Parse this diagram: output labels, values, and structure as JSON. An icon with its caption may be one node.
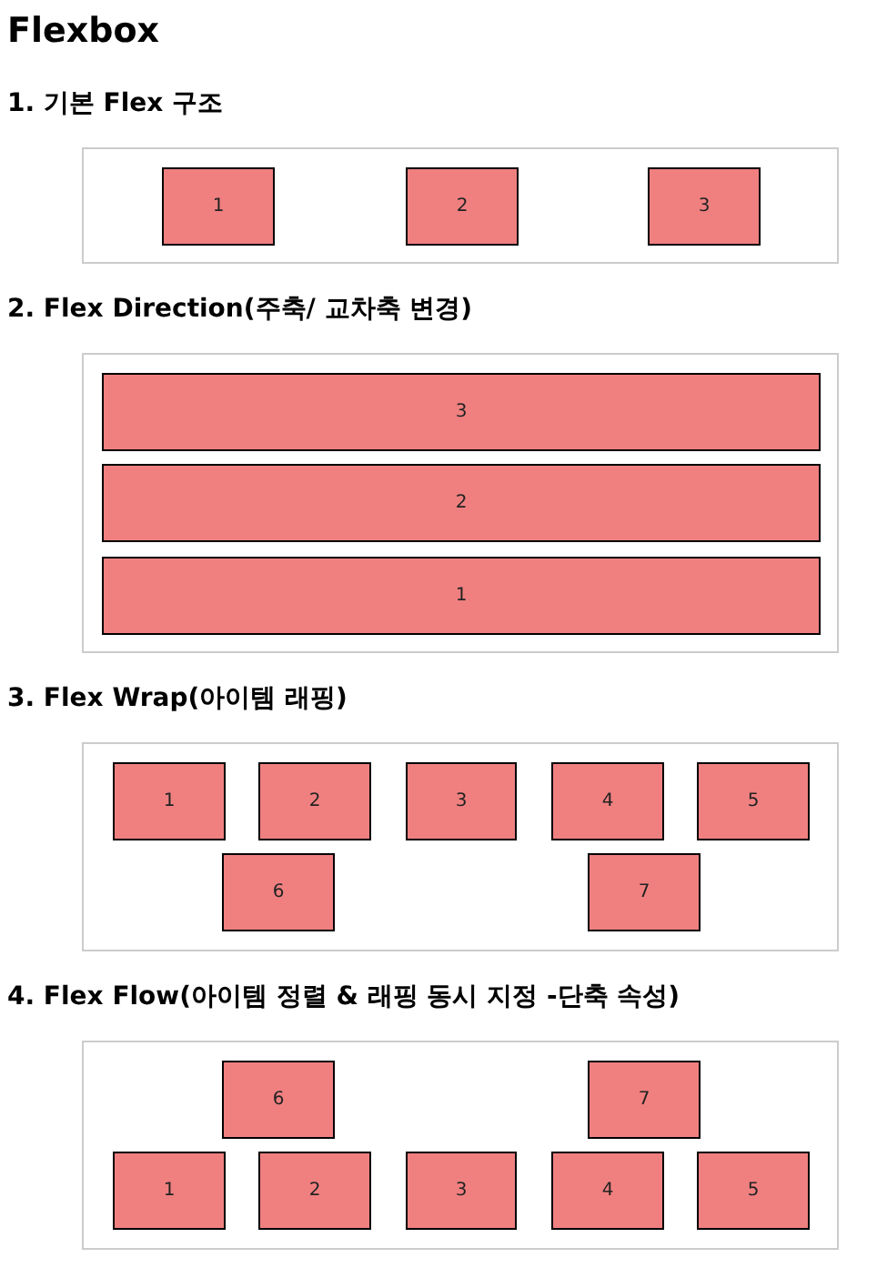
{
  "diagram": {
    "title": "Flexbox",
    "nodes": [
      {
        "text": [
          "1. 기본 Flex 구조"
        ]
      },
      {
        "text": [
          "1"
        ],
        "in": 0
      },
      {
        "text": [
          "2"
        ],
        "in": 0
      },
      {
        "text": [
          "3"
        ],
        "in": 0
      },
      {
        "text": [
          "2. Flex Direction(주축/ 교차축 변경)"
        ]
      },
      {
        "text": [
          "3"
        ],
        "in": 4
      },
      {
        "text": [
          "2"
        ],
        "in": 4
      },
      {
        "text": [
          "1"
        ],
        "in": 4
      },
      {
        "text": [
          "3. Flex Wrap(아이템 래핑)"
        ]
      },
      {
        "text": [
          "1"
        ],
        "in": 8
      },
      {
        "text": [
          "2"
        ],
        "in": 8
      },
      {
        "text": [
          "3"
        ],
        "in": 8
      },
      {
        "text": [
          "4"
        ],
        "in": 8
      },
      {
        "text": [
          "5"
        ],
        "in": 8
      },
      {
        "text": [
          "6"
        ],
        "in": 8
      },
      {
        "text": [
          "7"
        ],
        "in": 8
      },
      {
        "text": [
          "4. Flex Flow(아이템 정렬 & 래핑 동시 지정 -단축 속성)"
        ]
      },
      {
        "text": [
          "6"
        ],
        "in": 16
      },
      {
        "text": [
          "7"
        ],
        "in": 16
      },
      {
        "text": [
          "1"
        ],
        "in": 16
      },
      {
        "text": [
          "2"
        ],
        "in": 16
      },
      {
        "text": [
          "3"
        ],
        "in": 16
      },
      {
        "text": [
          "4"
        ],
        "in": 16
      },
      {
        "text": [
          "5"
        ],
        "in": 16
      }
    ],
    "edges": []
  }
}
